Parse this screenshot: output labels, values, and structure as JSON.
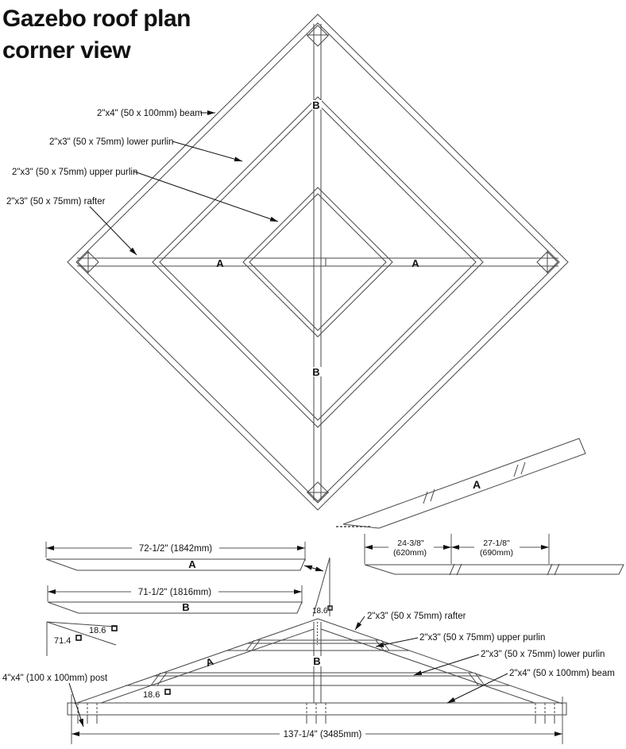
{
  "title": {
    "line1": "Gazebo roof plan",
    "line2": "corner view"
  },
  "plan": {
    "beam_label": "2\"x4\" (50 x 100mm) beam",
    "lower_purlin_label": "2\"x3\" (50 x 75mm) lower purlin",
    "upper_purlin_label": "2\"x3\" (50 x 75mm) upper purlin",
    "rafter_label": "2\"x3\" (50 x 75mm) rafter",
    "mark_a": "A",
    "mark_b": "B"
  },
  "profile": {
    "mark": "A"
  },
  "cut_pieces": {
    "piece_a": {
      "dim": "72-1/2\" (1842mm)",
      "mark": "A"
    },
    "piece_b": {
      "dim": "71-1/2\" (1816mm)",
      "mark": "B"
    },
    "segmented": {
      "dim1_in": "24-3/8\"",
      "dim1_mm": "(620mm)",
      "dim2_in": "27-1/8\"",
      "dim2_mm": "(690mm)"
    },
    "angle_template": {
      "angle": "18.6"
    }
  },
  "angles": {
    "slope": "18.6",
    "plumb": "71.4",
    "elevation_slope": "18.6"
  },
  "elevation": {
    "post_label": "4\"x4\" (100 x 100mm) post",
    "rafter_label": "2\"x3\" (50 x 75mm) rafter",
    "upper_purlin_label": "2\"x3\" (50 x 75mm) upper purlin",
    "lower_purlin_label": "2\"x3\" (50 x 75mm) lower purlin",
    "beam_label": "2\"x4\" (50 x 100mm) beam",
    "mark_a": "A",
    "mark_b": "B",
    "total_dim": "137-1/4\" (3485mm)"
  }
}
